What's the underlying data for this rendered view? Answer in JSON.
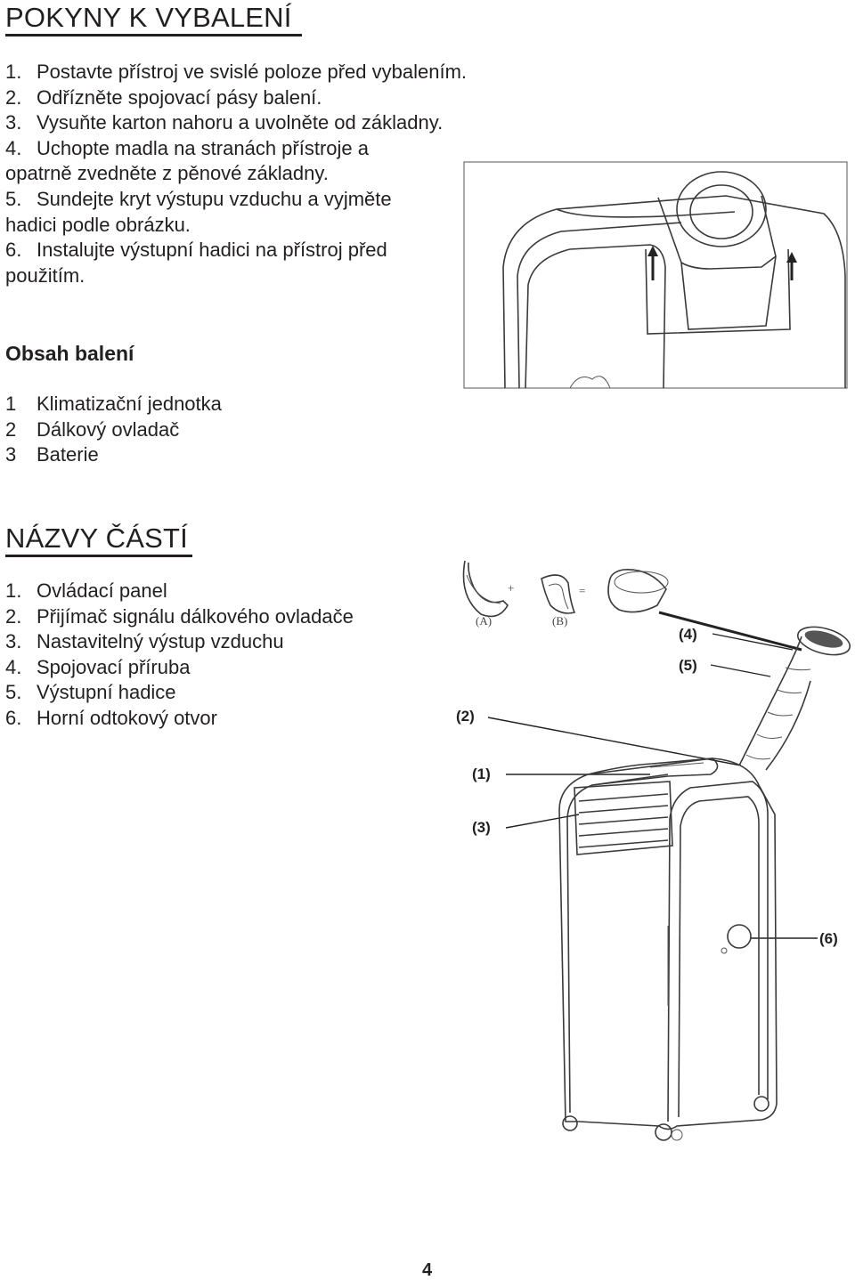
{
  "unpacking": {
    "title": "POKYNY K VYBALENÍ",
    "steps": [
      {
        "num": "1.",
        "text": "Postavte přístroj ve svislé poloze před vybalením."
      },
      {
        "num": "2.",
        "text": "Odřízněte spojovací pásy balení."
      },
      {
        "num": "3.",
        "text": "Vysuňte karton nahoru a uvolněte od základny."
      },
      {
        "num": "4.",
        "text": "Uchopte madla na stranách přístroje a",
        "cont": "opatrně zvedněte z pěnové základny."
      },
      {
        "num": "5.",
        "text": "Sundejte kryt výstupu vzduchu a vyjměte",
        "cont": "hadici podle obrázku."
      },
      {
        "num": "6.",
        "text": "Instalujte výstupní hadici na přístroj před",
        "cont": "použitím."
      }
    ]
  },
  "package": {
    "title": "Obsah balení",
    "items": [
      {
        "num": "1",
        "text": "Klimatizační jednotka"
      },
      {
        "num": "2",
        "text": "Dálkový ovladač"
      },
      {
        "num": "3",
        "text": "Baterie"
      }
    ]
  },
  "parts": {
    "title": "NÁZVY ČÁSTÍ",
    "items": [
      {
        "num": "1.",
        "text": "Ovládací panel"
      },
      {
        "num": "2.",
        "text": "Přijímač signálu dálkového ovladače"
      },
      {
        "num": "3.",
        "text": "Nastavitelný výstup vzduchu"
      },
      {
        "num": "4.",
        "text": "Spojovací příruba"
      },
      {
        "num": "5.",
        "text": "Výstupní hadice"
      },
      {
        "num": "6.",
        "text": "Horní odtokový otvor"
      }
    ]
  },
  "diagram": {
    "label_a": "(A)",
    "label_b": "(B)",
    "plus": "+",
    "equals": "=",
    "callouts": [
      "(1)",
      "(2)",
      "(3)",
      "(4)",
      "(5)",
      "(6)"
    ]
  },
  "page_number": "4"
}
